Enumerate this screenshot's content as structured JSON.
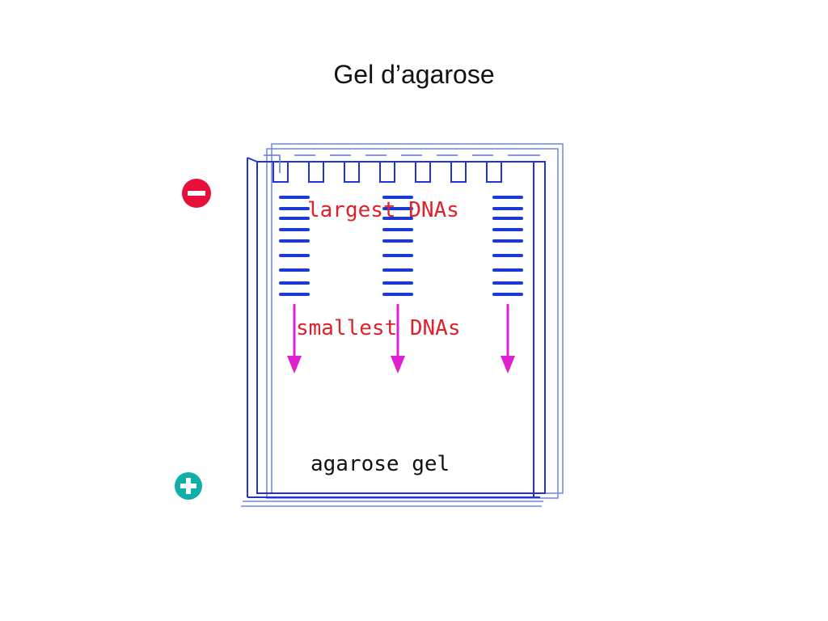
{
  "slide": {
    "title": "Gel d’agarose"
  },
  "diagram": {
    "labels": {
      "largest": "largest DNAs",
      "smallest": "smallest DNAs",
      "gel": "agarose gel"
    },
    "electrodes": {
      "negative_symbol": "−",
      "positive_symbol": "+"
    },
    "colors": {
      "outline": "#2233dd",
      "outline_light": "#5577ee",
      "bands": "#1a3ad6",
      "label_red": "#e0202a",
      "arrow": "#e020d0",
      "negative": "#e8103a",
      "positive": "#10b0a8",
      "gel_text": "#111111"
    },
    "lanes": 3
  }
}
